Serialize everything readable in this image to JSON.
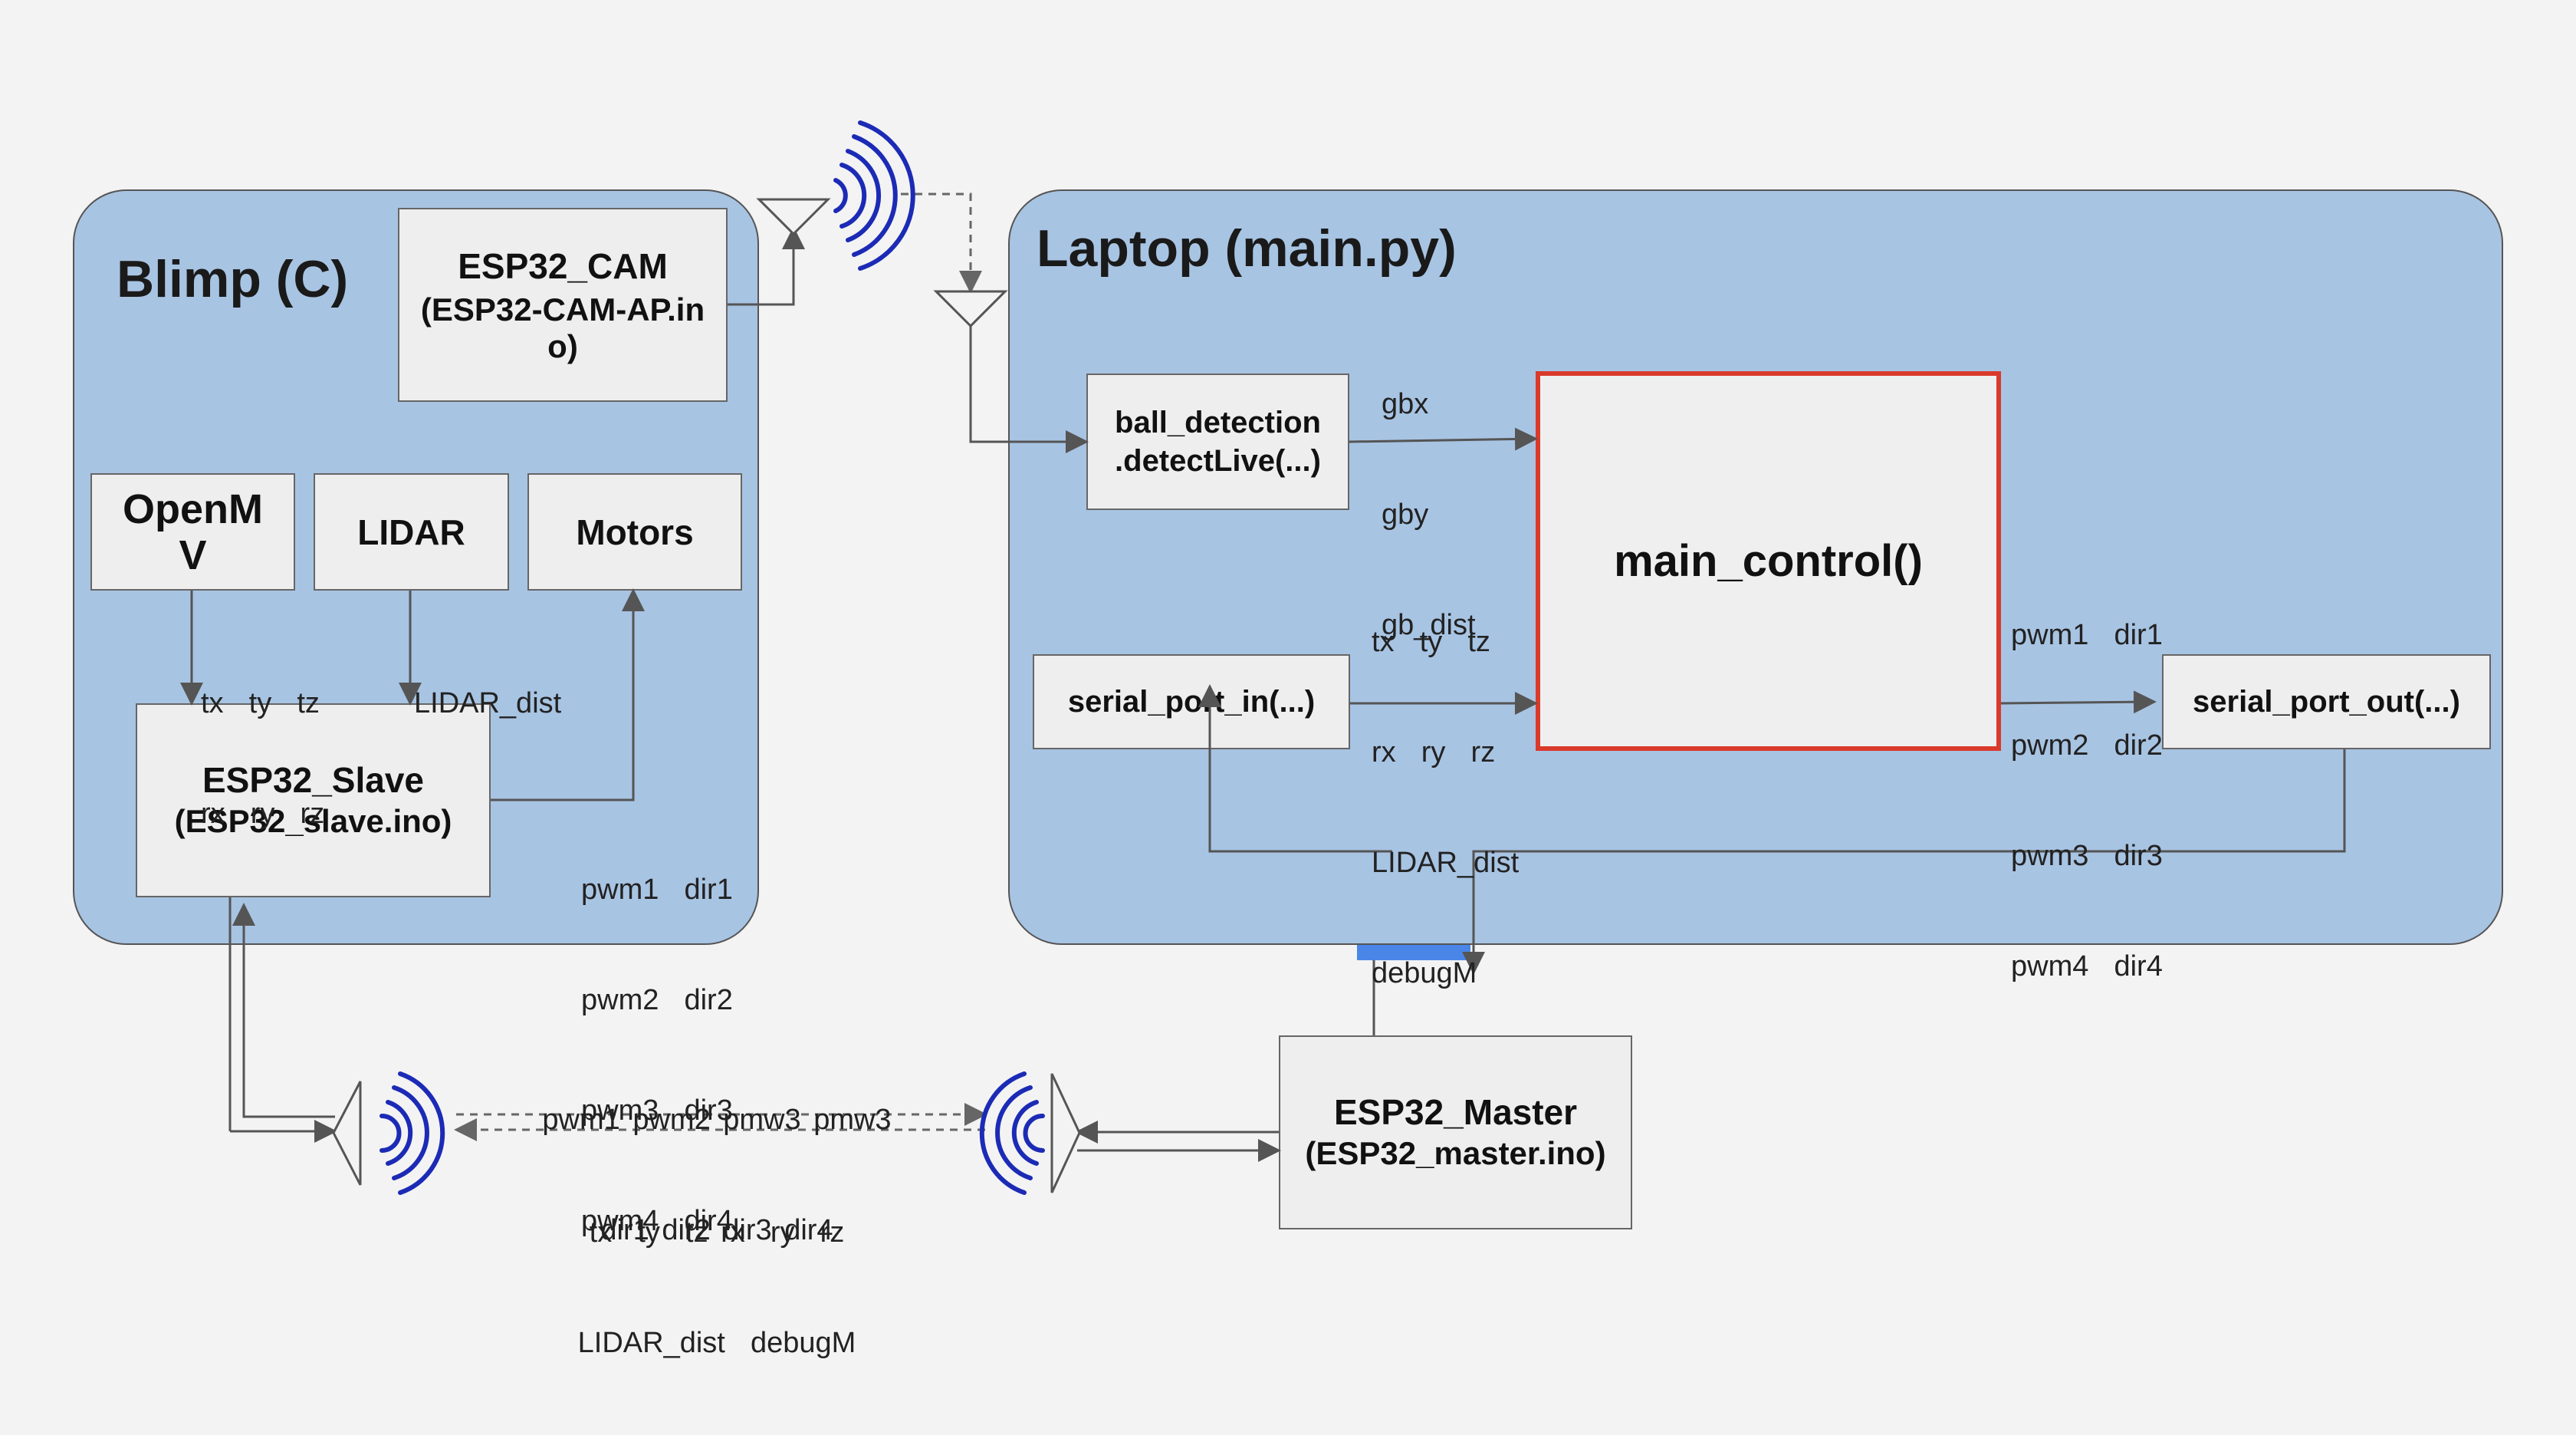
{
  "groups": {
    "blimp_title": "Blimp (C)",
    "laptop_title": "Laptop (main.py)"
  },
  "boxes": {
    "esp32_cam": [
      "ESP32_CAM",
      "(ESP32-CAM-AP.in",
      "o)"
    ],
    "openmv": [
      "OpenM",
      "V"
    ],
    "lidar": [
      "LIDAR"
    ],
    "motors": [
      "Motors"
    ],
    "esp32_slave": [
      "ESP32_Slave",
      "(ESP32_slave.ino)"
    ],
    "ball_detection": [
      "ball_detection",
      ".detectLive(...)"
    ],
    "main_control": [
      "main_control()"
    ],
    "serial_port_in": [
      "serial_port_in(...)"
    ],
    "serial_port_out": [
      "serial_port_out(...)"
    ],
    "esp32_master": [
      "ESP32_Master",
      "(ESP32_master.ino)"
    ]
  },
  "labels": {
    "openmv_out": [
      "tx  ty  tz",
      "rx  ry  rz"
    ],
    "lidar_out": [
      "LIDAR_dist"
    ],
    "slave_motor": [
      "pwm1  dir1",
      "pwm2  dir2",
      "pwm3  dir3",
      "pwm4  dir4"
    ],
    "ball_out": [
      "gbx",
      "gby",
      "gb_dist"
    ],
    "serial_in_out": [
      "tx  ty  tz",
      "rx  ry  rz",
      "LIDAR_dist",
      "debugM"
    ],
    "control_out": [
      "pwm1  dir1",
      "pwm2  dir2",
      "pwm3  dir3",
      "pwm4  dir4"
    ],
    "radio_top": [
      "pwm1 pwm2 pmw3 pmw3",
      "dir1 dir2 dir3 dir4"
    ],
    "radio_bottom": [
      "tx  ty  tz rx  ry  rz",
      "LIDAR_dist  debugM"
    ]
  },
  "colors": {
    "group_fill": "#a8c4e3",
    "box_fill": "#eeeeee",
    "highlight_border": "#d93a2b",
    "radio_waves": "#1c2bb5",
    "usb_connector": "#4a86e8"
  },
  "icons": {
    "antenna": "antenna-icon",
    "radio_waves": "radio-waves-icon"
  }
}
